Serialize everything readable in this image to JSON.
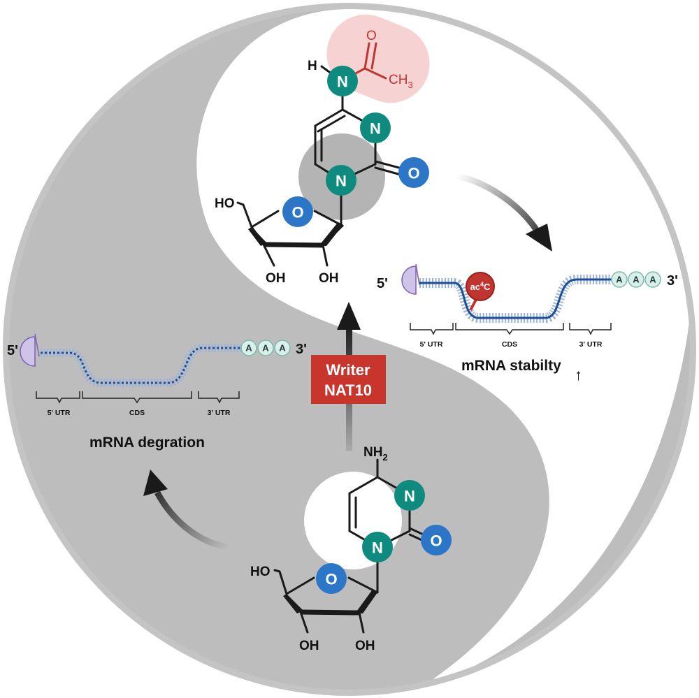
{
  "colors": {
    "gray_region": "#bdbdbd",
    "white_region": "#ffffff",
    "frame": "#c4c4c4",
    "nitrogen_atom": "#0e8a7e",
    "oxygen_atom": "#2b76c6",
    "acetyl": "#c0352f",
    "acetyl_highlight": "#f6d3d2",
    "writer_box": "#c8352d",
    "mrna_strand": "#1f4e99",
    "mrna_ticks": "#9bb4d9",
    "cap": "#cfc4e8",
    "polyA": "#d9efe9"
  },
  "top_molecule": {
    "icon": "ac4C-nucleoside",
    "h": "H",
    "amine_n": "N",
    "ring_n3": "N",
    "ring_n1": "N",
    "carbonyl_o": "O",
    "acetyl_o": "O",
    "acetyl_ch3": "CH",
    "acetyl_ch3_sub": "3",
    "sugar_o": "O",
    "ho": "HO",
    "oh_left": "OH",
    "oh_right": "OH"
  },
  "bottom_molecule": {
    "icon": "cytidine-nucleoside",
    "nh2": "NH",
    "nh2_sub": "2",
    "ring_n3": "N",
    "ring_n1": "N",
    "carbonyl_o": "O",
    "sugar_o": "O",
    "ho": "HO",
    "oh_left": "OH",
    "oh_right": "OH"
  },
  "writer": {
    "line1": "Writer",
    "line2": "NAT10"
  },
  "mrna_right": {
    "five_prime": "5'",
    "three_prime": "3'",
    "polyA": [
      "A",
      "A",
      "A"
    ],
    "modification_label": "ac",
    "modification_sup": "4",
    "modification_tail": "C",
    "regions": [
      "5' UTR",
      "CDS",
      "3' UTR"
    ],
    "caption": "mRNA stabilty",
    "caption_arrow": "↑"
  },
  "mrna_left": {
    "five_prime": "5'",
    "three_prime": "3'",
    "polyA": [
      "A",
      "A",
      "A"
    ],
    "regions": [
      "5' UTR",
      "CDS",
      "3' UTR"
    ],
    "caption": "mRNA degration"
  }
}
